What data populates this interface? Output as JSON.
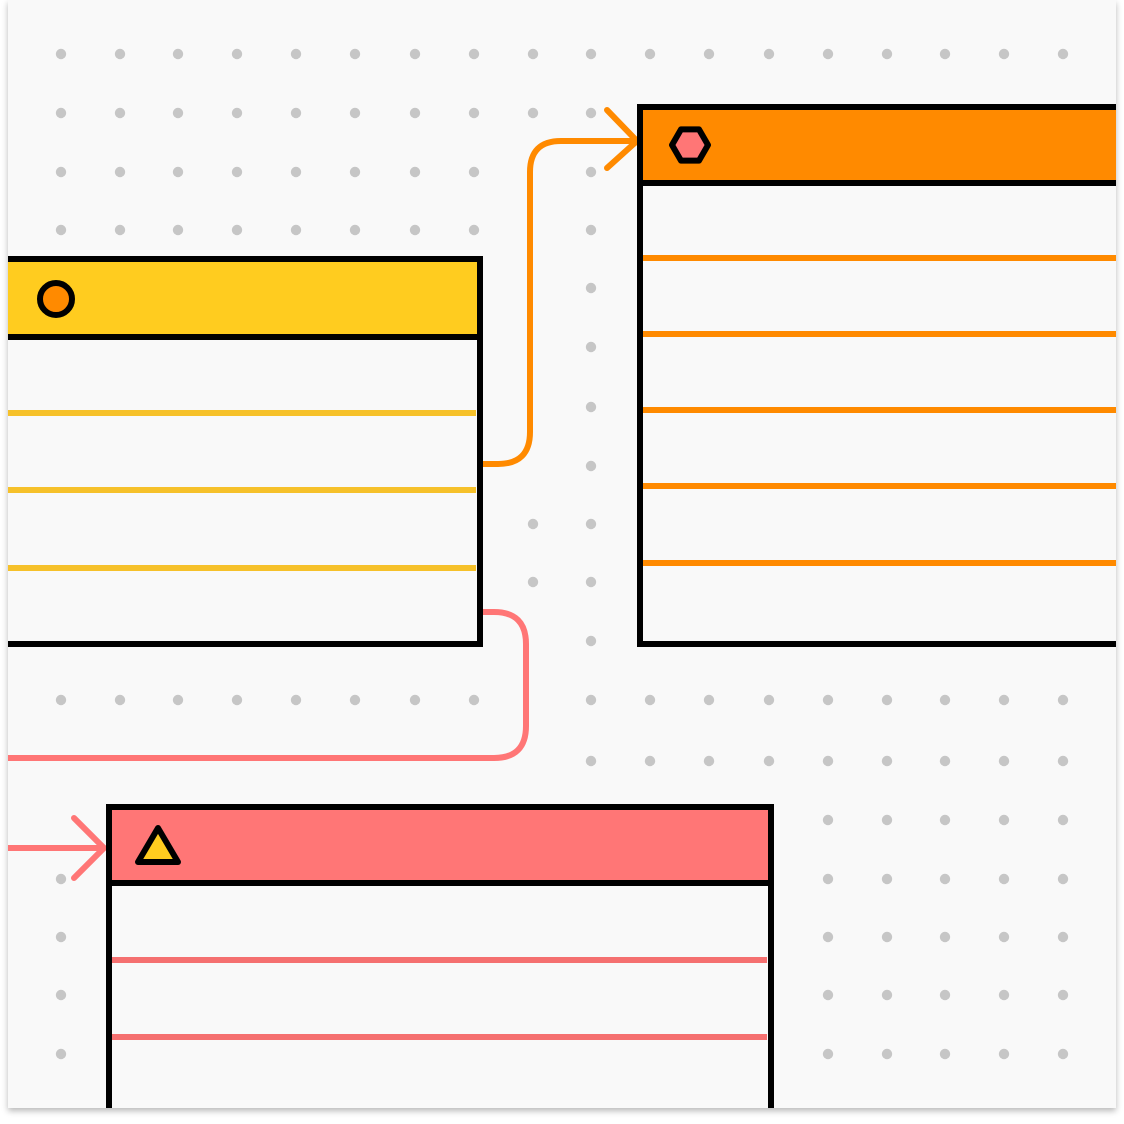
{
  "colors": {
    "canvas_bg": "#f9f9f9",
    "grid_dot": "#c6c6c6",
    "outline": "#000000",
    "yellow": "#ffcc1f",
    "yellow_divider": "#f6c12a",
    "orange": "#ff8a00",
    "coral": "#ff7676",
    "coral_divider": "#f57070"
  },
  "entities": [
    {
      "id": "yellow-table",
      "header_color": "#ffcc1f",
      "divider_color": "#f6c12a",
      "icon": "circle-icon",
      "icon_fill": "#ff8a00",
      "row_count": 4
    },
    {
      "id": "orange-table",
      "header_color": "#ff8a00",
      "divider_color": "#ff8a00",
      "icon": "hexagon-icon",
      "icon_fill": "#ff7676",
      "row_count": 6
    },
    {
      "id": "coral-table",
      "header_color": "#ff7676",
      "divider_color": "#f57070",
      "icon": "triangle-icon",
      "icon_fill": "#ffcc1f",
      "row_count": 3
    }
  ],
  "connectors": [
    {
      "id": "yellow-to-orange",
      "from": "yellow-table",
      "to": "orange-table",
      "color": "#ff8a00",
      "arrowhead": "open-chevron"
    },
    {
      "id": "yellow-to-coral",
      "from": "yellow-table",
      "to": "coral-table",
      "color": "#ff7676",
      "arrowhead": "open-chevron"
    }
  ]
}
